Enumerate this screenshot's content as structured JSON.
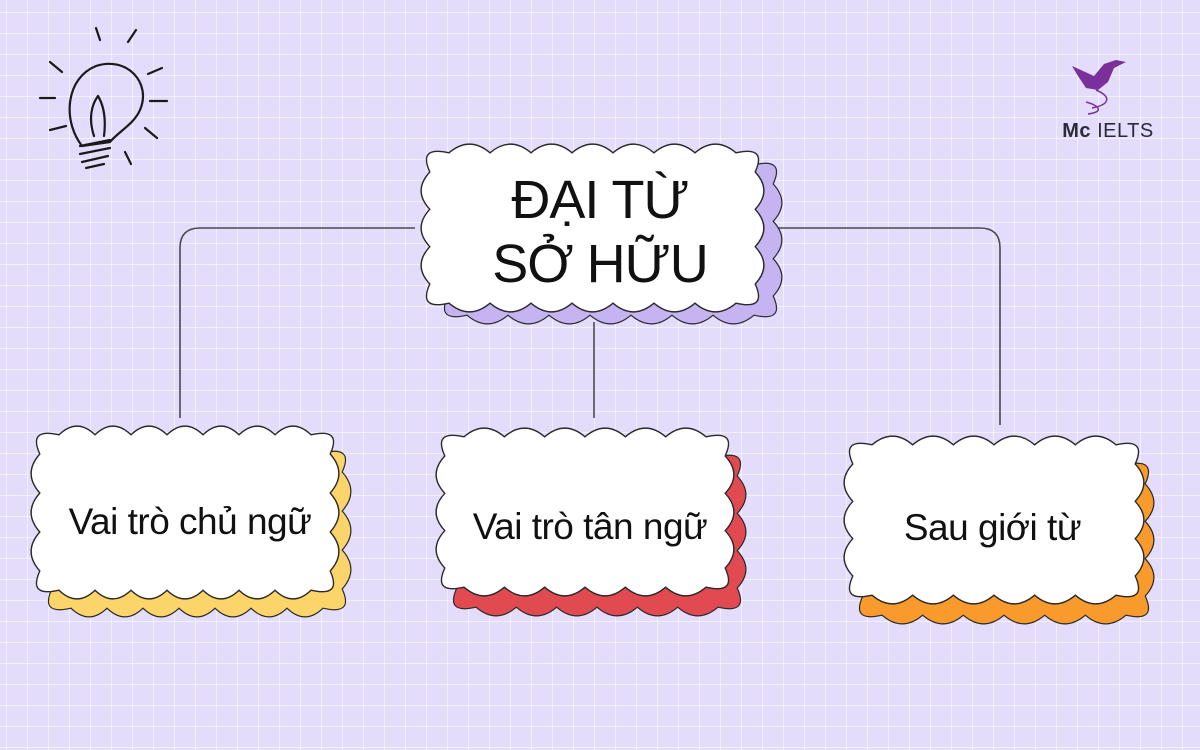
{
  "root": {
    "line1": "ĐẠI TỪ",
    "line2": "SỞ HỮU"
  },
  "children": [
    {
      "label": "Vai trò chủ ngữ",
      "shadow_color": "#fcd56a"
    },
    {
      "label": "Vai trò tân ngữ",
      "shadow_color": "#e24a52"
    },
    {
      "label": "Sau giới từ",
      "shadow_color": "#f89a2c"
    }
  ],
  "root_shadow_color": "#c6b4f2",
  "background_color": "#e4dcfb",
  "brand": {
    "bold": "Mc",
    "rest": "IELTS",
    "color": "#7a2f9a"
  },
  "decoration": {
    "icon": "lightbulb-icon"
  }
}
